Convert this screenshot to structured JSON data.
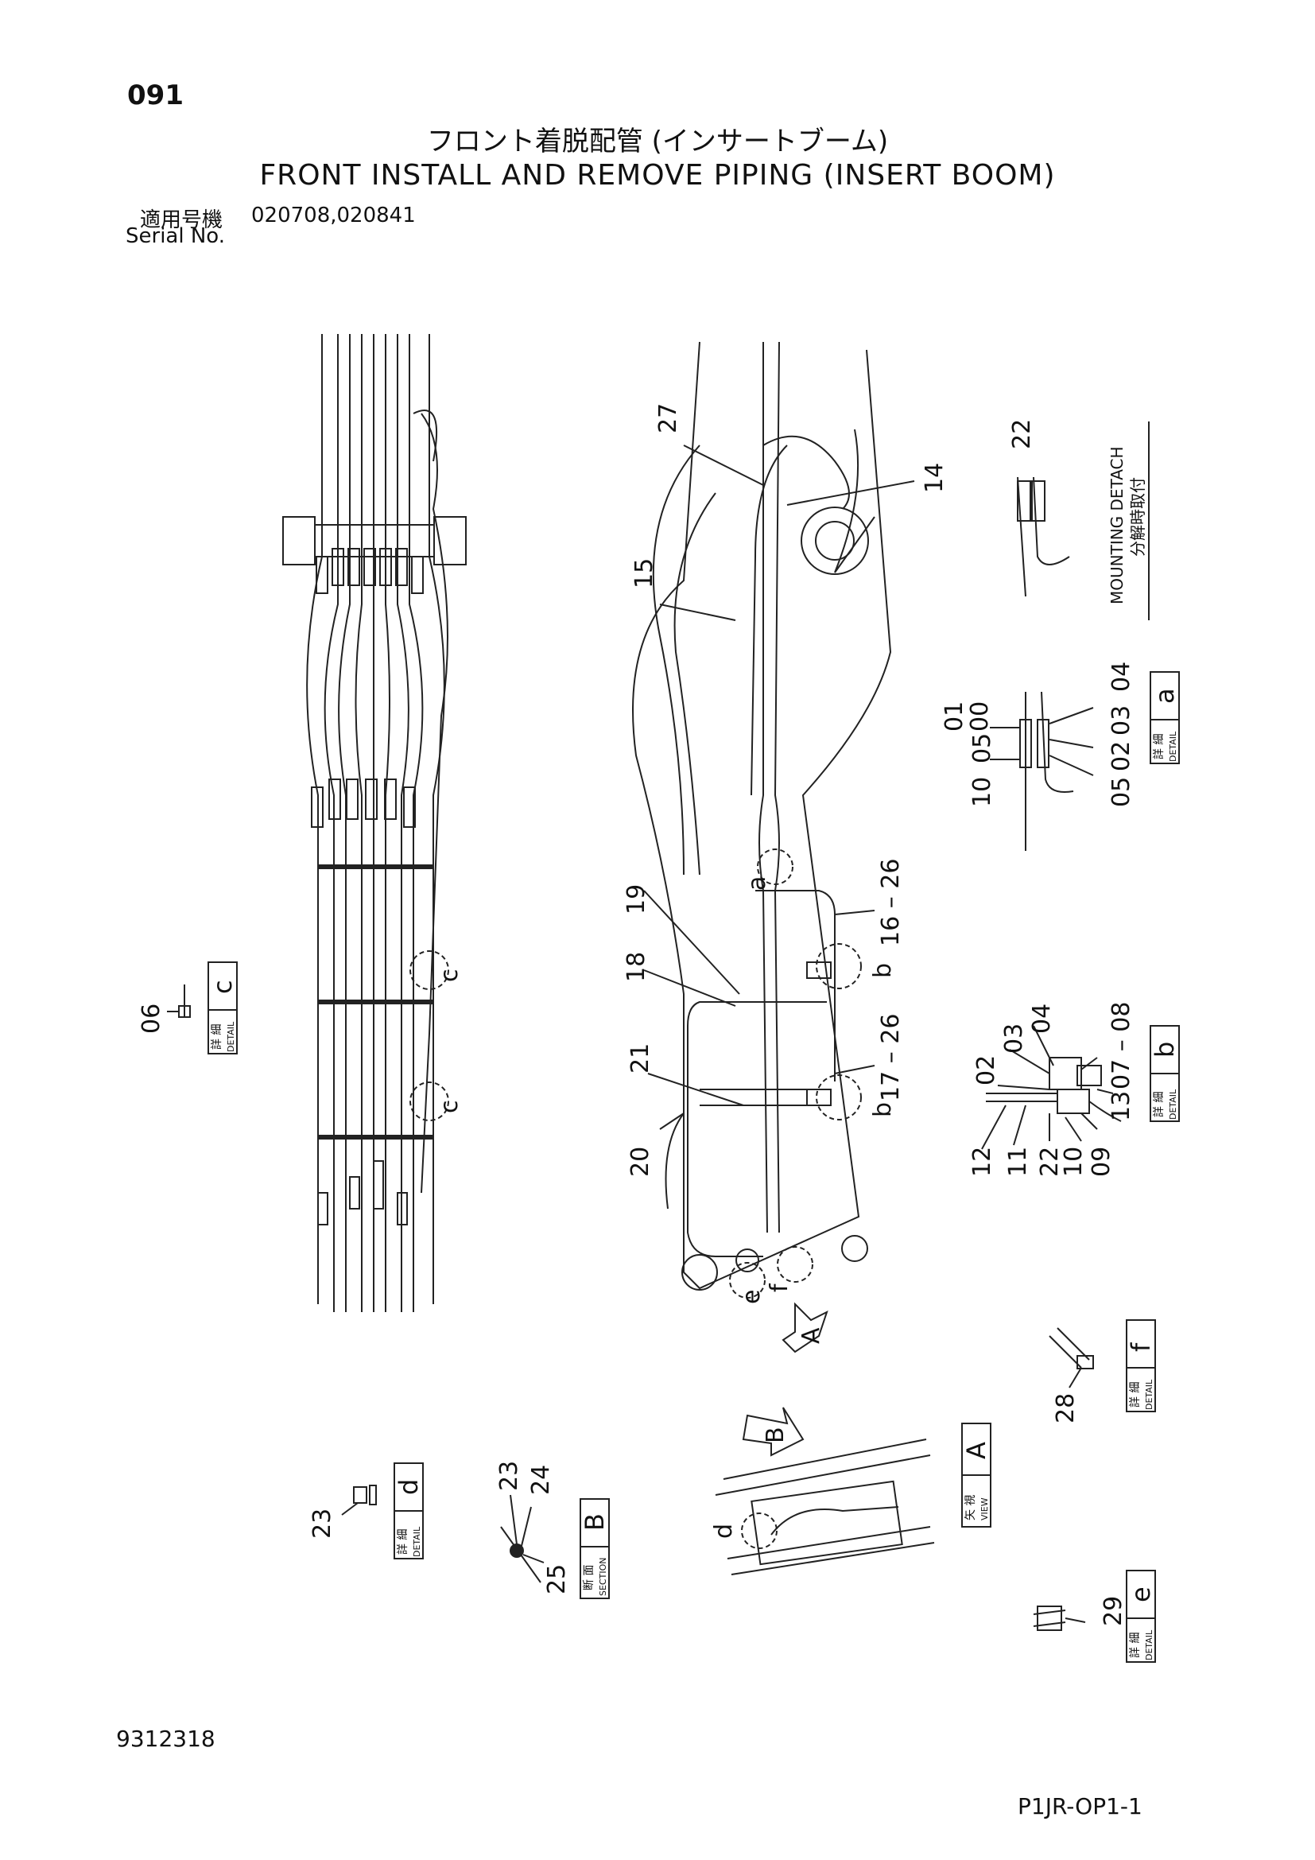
{
  "header": {
    "page_number": "091",
    "title_jp": "フロント着脱配管 (インサートブーム)",
    "title_en": "FRONT INSTALL AND REMOVE PIPING (INSERT BOOM)",
    "serial_label_jp": "適用号機",
    "serial_values": "020708,020841",
    "serial_label_en": "Serial No."
  },
  "callouts": {
    "c27": "27",
    "c14": "14",
    "c15": "15",
    "c19": "19",
    "c18": "18",
    "c16": "16 – 26",
    "c21": "21",
    "c20": "20",
    "c17": "17 – 26",
    "c22": "22",
    "c06": "06"
  },
  "circle_labels": {
    "a": "a",
    "b1": "b",
    "b2": "b",
    "c1": "c",
    "c2": "c",
    "d": "d",
    "e": "e",
    "f": "f"
  },
  "view_arrows": {
    "A": "A",
    "B": "B"
  },
  "mounting_detach": {
    "en": "MOUNTING DETACH",
    "jp": "分解時取付"
  },
  "detail_a": {
    "letter": "a",
    "jp": "詳 細",
    "en": "DETAIL",
    "parts": [
      "01",
      "00",
      "04",
      "10",
      "05",
      "03",
      "02",
      "05"
    ]
  },
  "detail_b": {
    "letter": "b",
    "jp": "詳 細",
    "en": "DETAIL",
    "parts": [
      "04",
      "03",
      "02",
      "07 – 08",
      "13",
      "09",
      "10",
      "22",
      "11",
      "12"
    ]
  },
  "detail_c": {
    "letter": "c",
    "jp": "詳 細",
    "en": "DETAIL"
  },
  "detail_d": {
    "letter": "d",
    "jp": "詳 細",
    "en": "DETAIL",
    "parts": [
      "23"
    ]
  },
  "detail_e": {
    "letter": "e",
    "jp": "詳 細",
    "en": "DETAIL",
    "parts": [
      "29"
    ]
  },
  "detail_f": {
    "letter": "f",
    "jp": "詳 細",
    "en": "DETAIL",
    "parts": [
      "28"
    ]
  },
  "section_B": {
    "letter": "B",
    "jp": "断 面",
    "en": "SECTION",
    "parts": [
      "23",
      "24",
      "25"
    ]
  },
  "view_A": {
    "letter": "A",
    "jp": "矢 視",
    "en": "VIEW"
  },
  "footer": {
    "drawing_number": "9312318",
    "sheet_code": "P1JR-OP1-1"
  }
}
